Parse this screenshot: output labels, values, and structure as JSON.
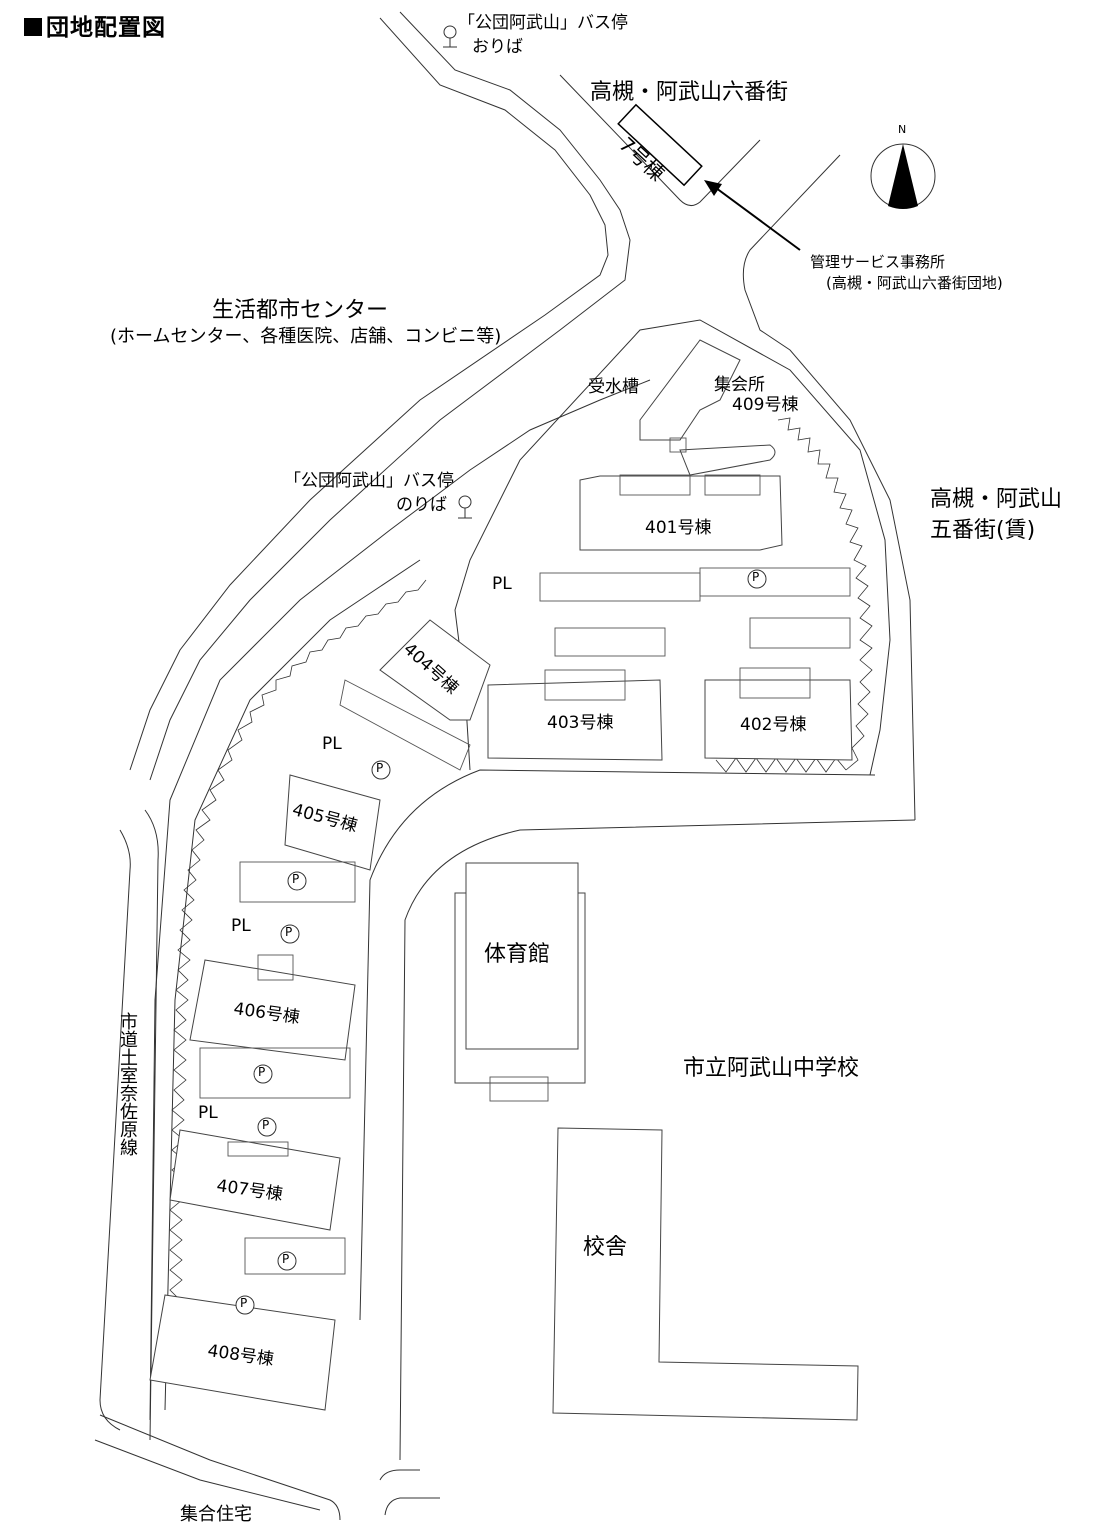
{
  "title": "団地配置図",
  "colors": {
    "line": "#333333",
    "fill": "#000000",
    "background": "#ffffff"
  },
  "compass": {
    "label": "N",
    "icon": "north-arrow-icon"
  },
  "bus_stops": {
    "drop_off": {
      "name": "「公団阿武山」バス停",
      "type": "おりば",
      "icon": "bus-stop-icon"
    },
    "pick_up": {
      "name": "「公団阿武山」バス停",
      "type": "のりば",
      "icon": "bus-stop-icon"
    }
  },
  "areas": {
    "rokubangai": "高槻・阿武山六番街",
    "gobangai_line1": "高槻・阿武山",
    "gobangai_line2": "五番街(賃)",
    "life_center": "生活都市センター",
    "life_center_note": "(ホームセンター、各種医院、店舗、コンビニ等)",
    "school": "市立阿武山中学校",
    "housing": "集合住宅",
    "city_road": "市道土室奈佐原線"
  },
  "management_office": {
    "building": "7号棟",
    "line1": "管理サービス事務所",
    "line2": "(高槻・阿武山六番街団地)"
  },
  "facilities": {
    "water_tank": "受水槽",
    "meeting_hall": "集会所",
    "meeting_hall_building": "409号棟",
    "gym": "体育館",
    "school_building": "校舎",
    "playlot": "PL",
    "parking": "P"
  },
  "buildings": [
    "401号棟",
    "402号棟",
    "403号棟",
    "404号棟",
    "405号棟",
    "406号棟",
    "407号棟",
    "408号棟"
  ]
}
